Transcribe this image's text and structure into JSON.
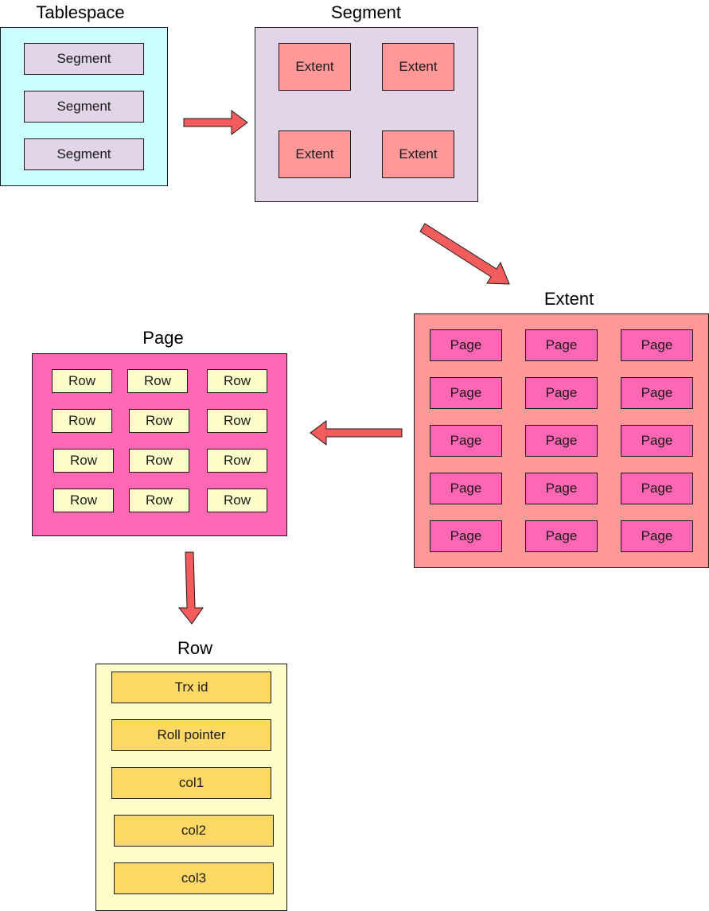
{
  "titles": {
    "tablespace": "Tablespace",
    "segment": "Segment",
    "extent": "Extent",
    "page": "Page",
    "row": "Row"
  },
  "tablespace_items": [
    "Segment",
    "Segment",
    "Segment"
  ],
  "segment_items": [
    "Extent",
    "Extent",
    "Extent",
    "Extent"
  ],
  "extent_items": [
    "Page",
    "Page",
    "Page",
    "Page",
    "Page",
    "Page",
    "Page",
    "Page",
    "Page",
    "Page",
    "Page",
    "Page",
    "Page",
    "Page",
    "Page"
  ],
  "page_items": [
    "Row",
    "Row",
    "Row",
    "Row",
    "Row",
    "Row",
    "Row",
    "Row",
    "Row",
    "Row",
    "Row",
    "Row"
  ],
  "row_items": [
    "Trx id",
    "Roll pointer",
    "col1",
    "col2",
    "col3"
  ],
  "colors": {
    "tablespace_fill": "#ccffff",
    "segment_fill": "#e1d5e7",
    "extent_fill": "#ff9999",
    "page_fill": "#ff66b3",
    "row_container_fill": "#ffffcc",
    "row_field_fill": "#ffd966",
    "arrow_fill": "#f25c5c"
  }
}
